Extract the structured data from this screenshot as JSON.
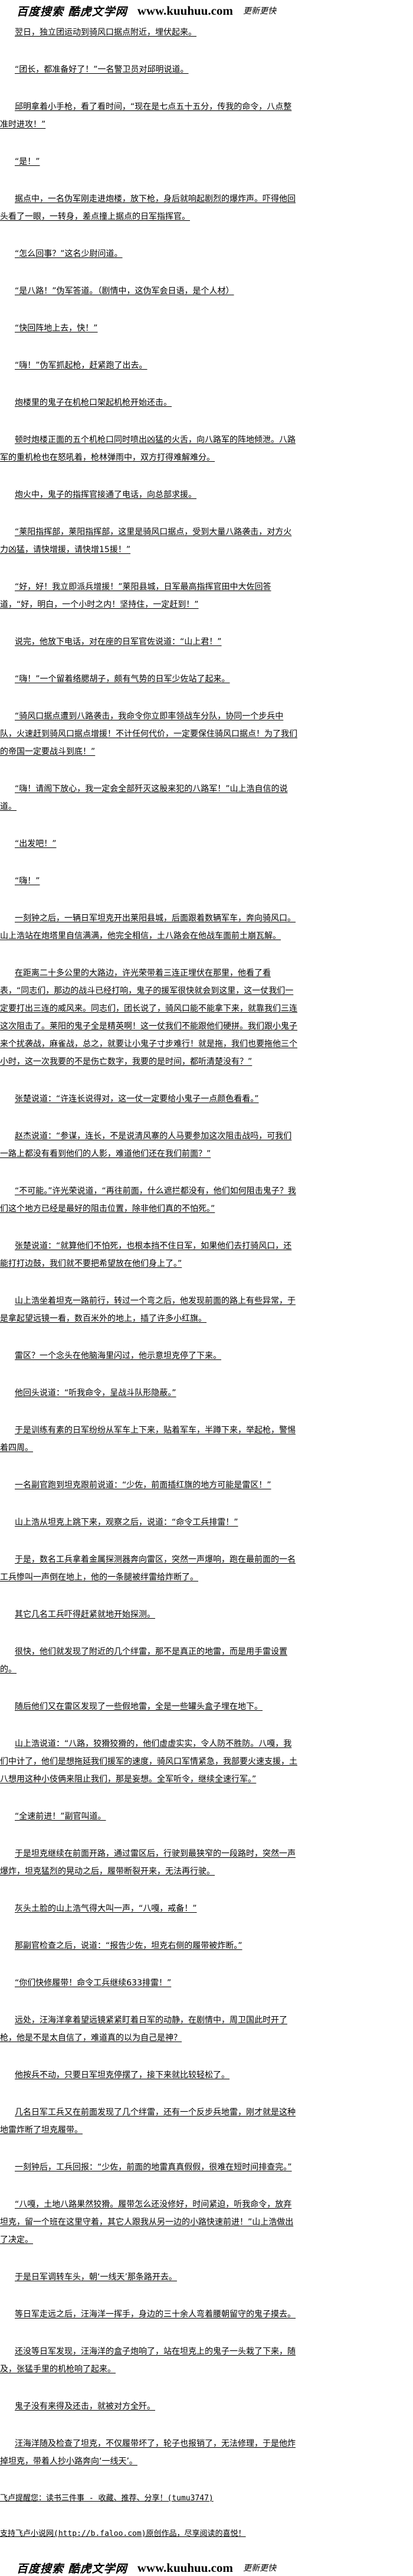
{
  "logo": {
    "cn": "百度搜索 酷虎文学网",
    "url": "www.kuuhuu.com",
    "slogan": "更新更快"
  },
  "paragraphs": [
    "翌日，独立团运动到骑风口据点附近，埋伏起来。",
    "“团长，都准备好了！”一名警卫员对邱明说道。",
    "邱明拿着小手枪，看了看时间，“现在是七点五十五分，传我的命令，八点整准时进攻！”",
    "“是！”",
    "据点中，一名伪军刚走进炮楼，放下枪，身后就响起剧烈的爆炸声。吓得他回头看了一眼，一转身，差点撞上据点的日军指挥官。",
    "“怎么回事？”这名少尉问道。",
    "“是八路！”伪军答道。（剧情中，这伪军会日语，是个人材）",
    "“快回阵地上去，快！”",
    "“嗨！”伪军抓起枪，赶紧跑了出去。",
    "炮楼里的鬼子在机枪口架起机枪开始还击。",
    "顿时炮楼正面的五个机枪口同时喷出凶猛的火舌，向八路军的阵地倾泄。八路军的重机枪也在怒吼着，枪林弹雨中，双方打得难解难分。",
    "炮火中，鬼子的指挥官接通了电话，向总部求援。",
    "“莱阳指挥部，莱阳指挥部，这里是骑风口据点，受到大量八路袭击，对方火力凶猛，请快增援，请快增15援！”",
    "“好，好！我立即派兵增援！”莱阳县城，日军最高指挥官田中大佐回答道，“好，明白，一个小时之内！坚持住，一定赶到！”",
    "说完，他放下电话，对在座的日军官佐说道：“山上君！”",
    "“嗨！”一个留着络腮胡子，颇有气势的日军少佐站了起来。",
    "“骑风口据点遭到八路袭击，我命令你立即率领战车分队，协同一个步兵中队，火速赶到骑风口据点增援！不计任何代价，一定要保住骑风口据点！为了我们的帝国一定要战斗到底！”",
    "“嗨！请阁下放心，我一定会全部歼灭这股来犯的八路军！”山上浩自信的说道。",
    "“出发吧！”",
    "“嗨！”",
    "一刻钟之后，一辆日军坦克开出莱阳县城，后面跟着数辆军车，奔向骑风口。山上浩站在炮塔里自信满满，他完全相信，土八路会在他战车面前土崩瓦解。",
    "在距离二十多公里的大路边，许光荣带着三连正埋伏在那里，他看了看表，“同志们，那边的战斗已经打响，鬼子的援军很快就会到这里，这一仗我们一定要打出三连的威风来。同志们，团长说了，骑风口能不能拿下来，就靠我们三连这次阻击了。莱阳的鬼子全是精英啊！这一仗我们不能跟他们硬拼。我们跟小鬼子来个扰袭战，麻雀战，总之，就要让小鬼子寸步难行！就是拖，我们也要拖他三个小时，这一次我要的不是伤亡数字，我要的是时间，都听清楚没有？”",
    "张楚说道：“许连长说得对，这一仗一定要给小鬼子一点颜色看看。”",
    "赵杰说道：“参谋，连长，不是说清风寨的人马要参加这次阻击战吗，可我们一路上都没有看到他们的人影，难道他们还在我们前面？”",
    "“不可能。”许光荣说道，“再往前面，什么遮拦都没有，他们如何阻击鬼子？我们这个地方已经是最好的阻击位置，除非他们真的不怕死。”",
    "张楚说道：“就算他们不怕死，也根本挡不住日军，如果他们去打骑风口，还能打打边鼓，我们就不要把希望放在他们身上了。”",
    "山上浩坐着坦克一路前行，转过一个弯之后，他发现前面的路上有些异常，于是拿起望远镜一看，数百米外的地上，插了许多小红旗。",
    "雷区？一个念头在他脑海里闪过，他示意坦克停了下来。",
    "他回头说道：“听我命令，呈战斗队形隐蔽。”",
    "于是训练有素的日军纷纷从军车上下来，贴着军车，半蹲下来，举起枪，警惕着四周。",
    "一名副官跑到坦克跟前说道：“少佐，前面插红旗的地方可能是雷区！”",
    "山上浩从坦克上跳下来，观察之后，说道：“命令工兵排雷！”",
    "于是，数名工兵拿着金属探测器奔向雷区，突然一声爆响，跑在最前面的一名工兵惨叫一声倒在地上，他的一条腿被绊雷给炸断了。",
    "其它几名工兵吓得赶紧就地开始探测。",
    "很快，他们就发现了附近的几个绊雷，那不是真正的地雷，而是用手雷设置的。",
    "随后他们又在雷区发现了一些假地雷，全是一些罐头盒子埋在地下。",
    "山上浩说道：“八路，狡猾狡猾的，他们虚虚实实，令人防不胜防。八嘎，我们中计了，他们是想拖延我们援军的速度，骑风口军情紧急，我部要火速支援，土八想用这种小伎俩来阻止我们，那是妄想。全军听令，继续全速行军。”",
    "“全速前进！”副官叫道。",
    "于是坦克继续在前面开路，通过雷区后，行驶到最狭窄的一段路时，突然一声爆炸，坦克猛烈的晃动之后，履带断裂开来，无法再行驶。",
    "灰头土脸的山上浩气得大叫一声，“八嘎，戒备！”",
    "那副官检查之后，说道：“报告少佐，坦克右侧的履带被炸断。”",
    "“你们快修履带！命令工兵继续633排雷！”",
    "远处，汪海洋拿着望远镜紧紧盯着日军的动静，在剧情中，周卫国此时开了枪，他是不是太自信了，难道真的以为自己是神？",
    "他按兵不动，只要日军坦克停摆了，接下来就比较轻松了。",
    "几名日军工兵又在前面发现了几个绊雷，还有一个反步兵地雷，刚才就是这种地雷炸断了坦克履带。",
    "一刻钟后，工兵回报：“少佐，前面的地雷真真假假，很难在短时间排查完。”",
    "“八嘎，土地八路果然狡猾。履带怎么还没修好，时间紧迫，听我命令，放弃坦克，留一个班在这里守着，其它人跟我从另一边的小路快速前进！”山上浩做出了决定。",
    "于是日军调转车头，朝‘一线天’那条路开去。",
    "等日军走远之后，汪海洋一挥手，身边的三十余人弯着腰朝留守的鬼子摸去。",
    "还没等日军发现，汪海洋的盒子炮响了，站在坦克上的鬼子一头栽了下来，随及，张猛手里的机枪响了起来。",
    "鬼子没有来得及还击，就被对方全歼。",
    "汪海洋随及检查了坦克，不仅履带坏了，轮子也报销了，无法修理，于是他炸掉坦克，带着人抄小路奔向‘一线天’。"
  ],
  "footer": {
    "reminder": "飞卢提醒您：读书三件事 - 收藏、推荐、分享！(tumu3747)",
    "support": "支持飞卢小说网(http://b.faloo.com)原创作品，尽享阅读的喜悦！"
  }
}
